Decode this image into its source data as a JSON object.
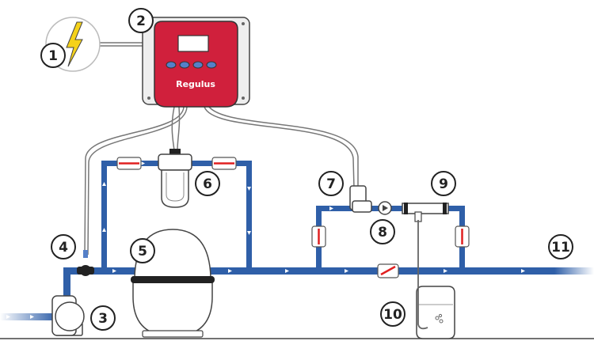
{
  "brand": "Regulus",
  "colors": {
    "pipe": "#2f5fa8",
    "pipe_edge": "#1a3f7a",
    "controller_red": "#d0203c",
    "controller_panel": "#e8e8e8",
    "lightning": "#f5d21a",
    "valve_arrow": "#e02020",
    "cable": "#888888"
  },
  "icons": [
    "lightning-icon",
    "controller-display-icon",
    "flow-arrow-icon"
  ],
  "callouts": [
    "1",
    "2",
    "3",
    "4",
    "5",
    "6",
    "7",
    "8",
    "9",
    "10",
    "11"
  ]
}
